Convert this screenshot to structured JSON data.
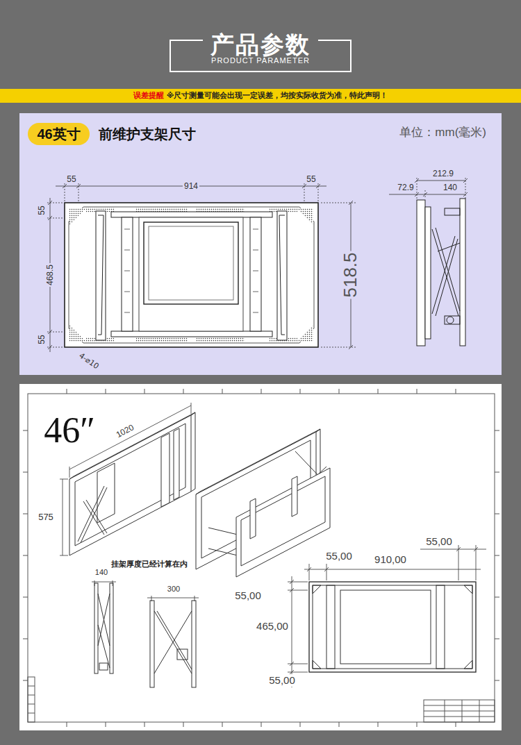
{
  "diagram": {
    "title": "产品参数",
    "nodes": [
      {
        "text": [
          "误差提醒",
          "※尺寸测量可能会出现一定误差，均按实际收货为准，特此声明！"
        ]
      },
      {
        "text": [
          "46英寸"
        ]
      }
    ],
    "labels": [
      "PRODUCT PARAMETER",
      "前维护支架尺寸",
      "单位：mm(毫米)",
      "55",
      "914",
      "55",
      "212.9",
      "72.9",
      "140",
      "55",
      "468.5",
      "518.5",
      "55",
      "4-⌀10",
      "46″",
      "1020",
      "575",
      "55,00",
      "挂架厚度已经计算在内",
      "55,00",
      "910,00",
      "140",
      "300",
      "55,00",
      "465,00",
      "55,00"
    ]
  }
}
